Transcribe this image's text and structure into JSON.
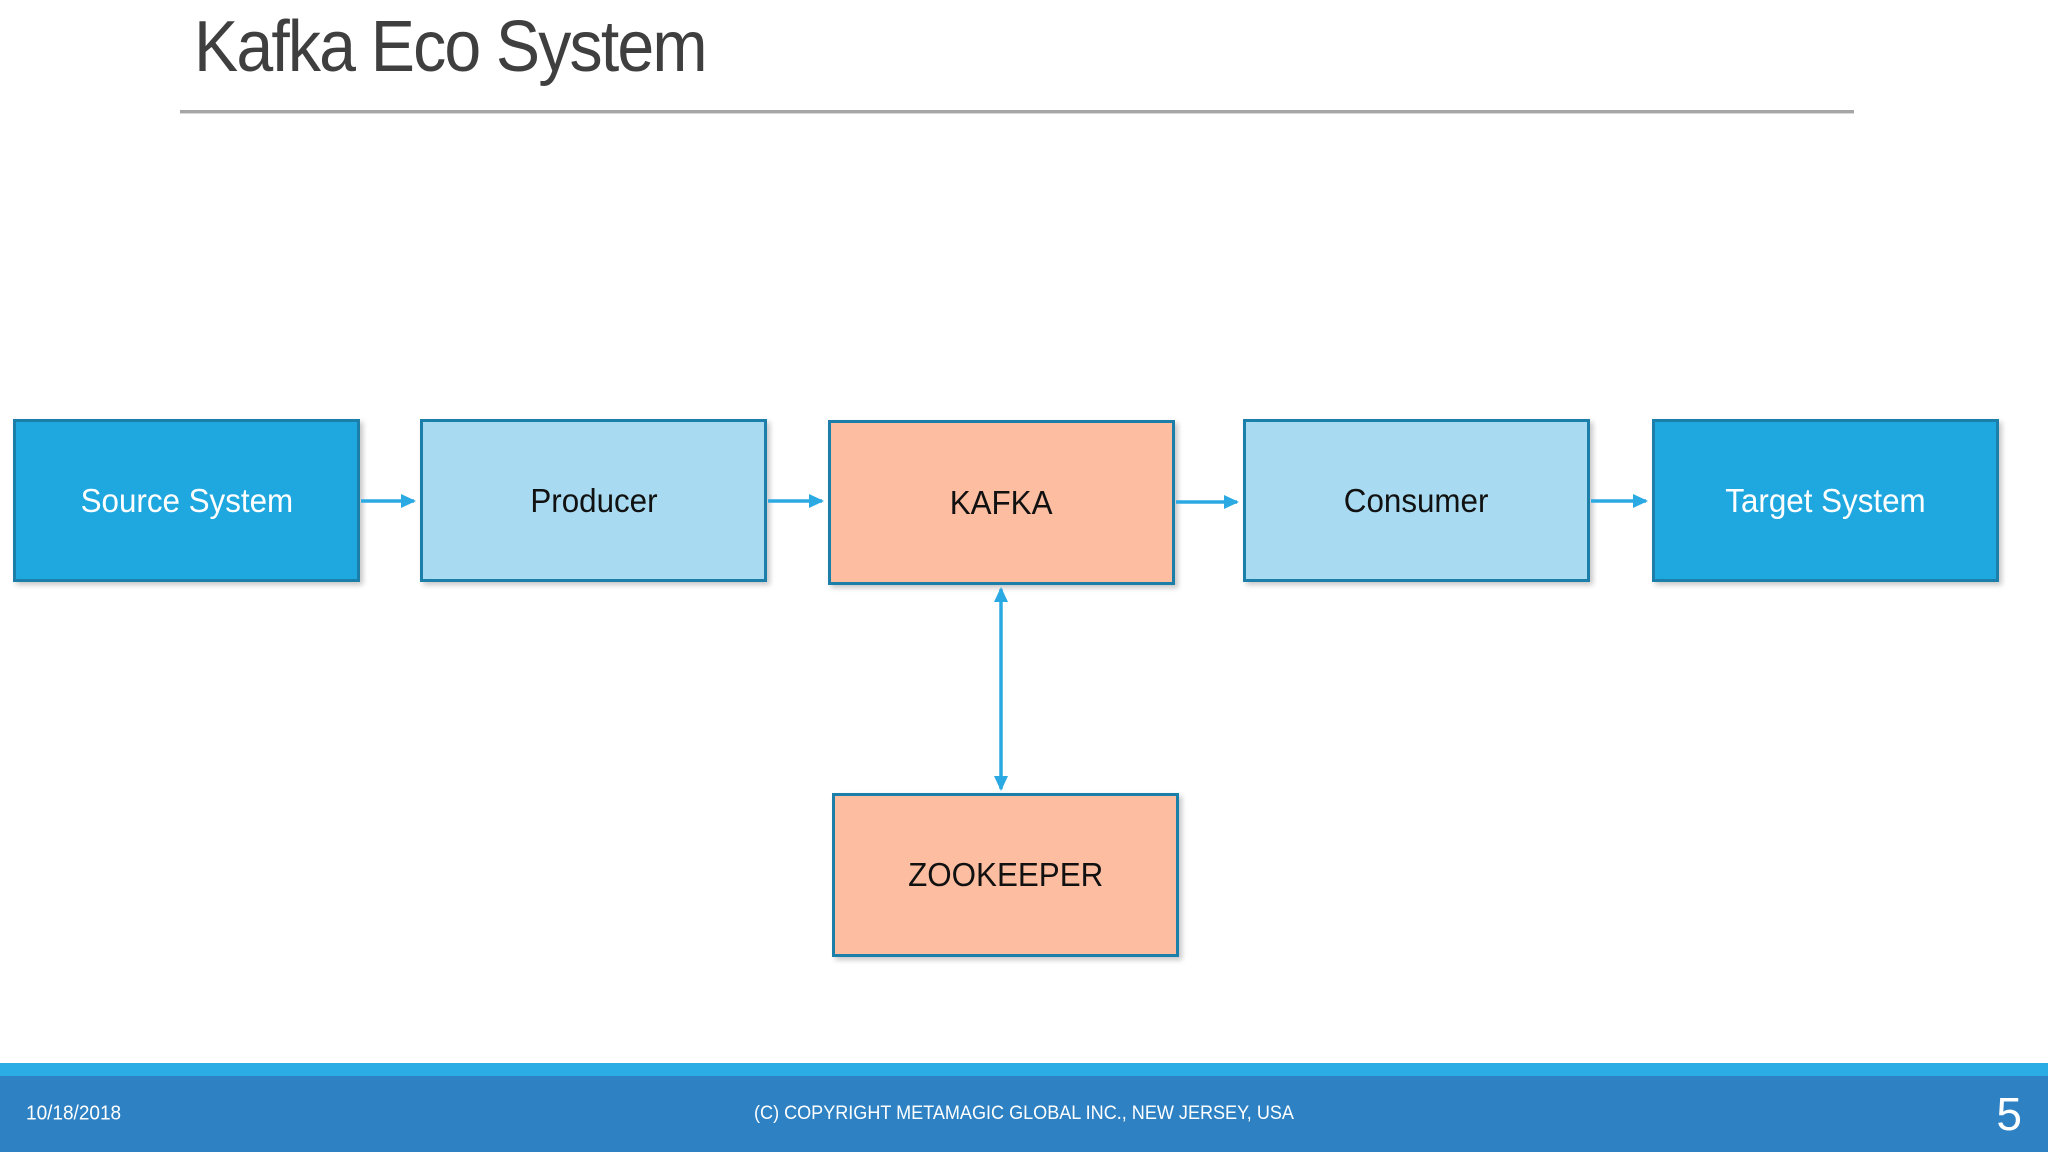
{
  "slide": {
    "title": "Kafka Eco System",
    "page_number": "5",
    "footer": {
      "date": "10/18/2018",
      "copyright": "(C) COPYRIGHT METAMAGIC GLOBAL INC., NEW JERSEY, USA"
    },
    "colors": {
      "primary_blue_fill": "#1fa8e0",
      "light_blue_fill": "#a8dbf1",
      "salmon_fill": "#fcbda0",
      "node_border": "#1c7fa9",
      "arrow_blue": "#2ba9e2",
      "footer_bar": "#2e82c4",
      "footer_accent_strip": "#2bace4",
      "title_text": "#3f3f3f",
      "title_underline": "#a6a6a6"
    }
  },
  "diagram": {
    "nodes": [
      {
        "id": "source",
        "label": "Source System",
        "fill": "#1fa8e0",
        "text_color": "#ffffff"
      },
      {
        "id": "producer",
        "label": "Producer",
        "fill": "#a8dbf1",
        "text_color": "#111111"
      },
      {
        "id": "kafka",
        "label": "KAFKA",
        "fill": "#fcbda0",
        "text_color": "#111111"
      },
      {
        "id": "consumer",
        "label": "Consumer",
        "fill": "#a8dbf1",
        "text_color": "#111111"
      },
      {
        "id": "target",
        "label": "Target System",
        "fill": "#1fa8e0",
        "text_color": "#ffffff"
      },
      {
        "id": "zookeeper",
        "label": "ZOOKEEPER",
        "fill": "#fcbda0",
        "text_color": "#111111"
      }
    ],
    "edges": [
      {
        "from": "source",
        "to": "producer",
        "direction": "one-way"
      },
      {
        "from": "producer",
        "to": "kafka",
        "direction": "one-way"
      },
      {
        "from": "kafka",
        "to": "consumer",
        "direction": "one-way"
      },
      {
        "from": "consumer",
        "to": "target",
        "direction": "one-way"
      },
      {
        "from": "kafka",
        "to": "zookeeper",
        "direction": "two-way"
      }
    ]
  }
}
